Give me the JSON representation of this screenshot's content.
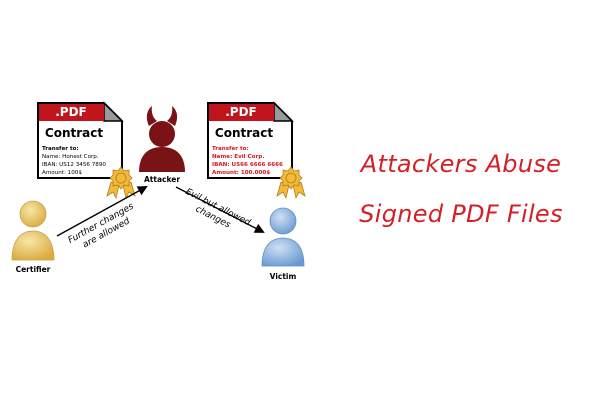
{
  "colors": {
    "title_red": "#d41f26",
    "pdf_band": "#c0151c",
    "attacker_fill": "#7a1316",
    "certifier_fill": "#e8c86a",
    "victim_fill": "#8fb4dd",
    "seal_fill": "#f2b93b",
    "malicious_text": "#d4161c"
  },
  "headline": {
    "line1": "Attackers Abuse",
    "line2": "Signed PDF Files"
  },
  "diagram": {
    "doc_original": {
      "badge": ".PDF",
      "title": "Contract",
      "lines": [
        "Transfer to:",
        "Name: Honest Corp.",
        "IBAN: US12 3456 7890",
        "Amount: 100$"
      ],
      "icon": "pdf-document-icon"
    },
    "doc_modified": {
      "badge": ".PDF",
      "title": "Contract",
      "lines": [
        "Transfer to:",
        "Name: Evil Corp.",
        "IBAN: US66 6666 6666",
        "Amount: 100.000$"
      ],
      "icon": "pdf-document-icon"
    },
    "actors": {
      "certifier": "Certifier",
      "attacker": "Attacker",
      "victim": "Victim"
    },
    "arrows": {
      "left_line1": "Further changes",
      "left_line2": "are allowed",
      "right_line1": "Evil but allowed",
      "right_line2": "changes"
    },
    "icons": [
      "user-icon",
      "devil-user-icon",
      "seal-icon",
      "arrow-icon"
    ]
  }
}
